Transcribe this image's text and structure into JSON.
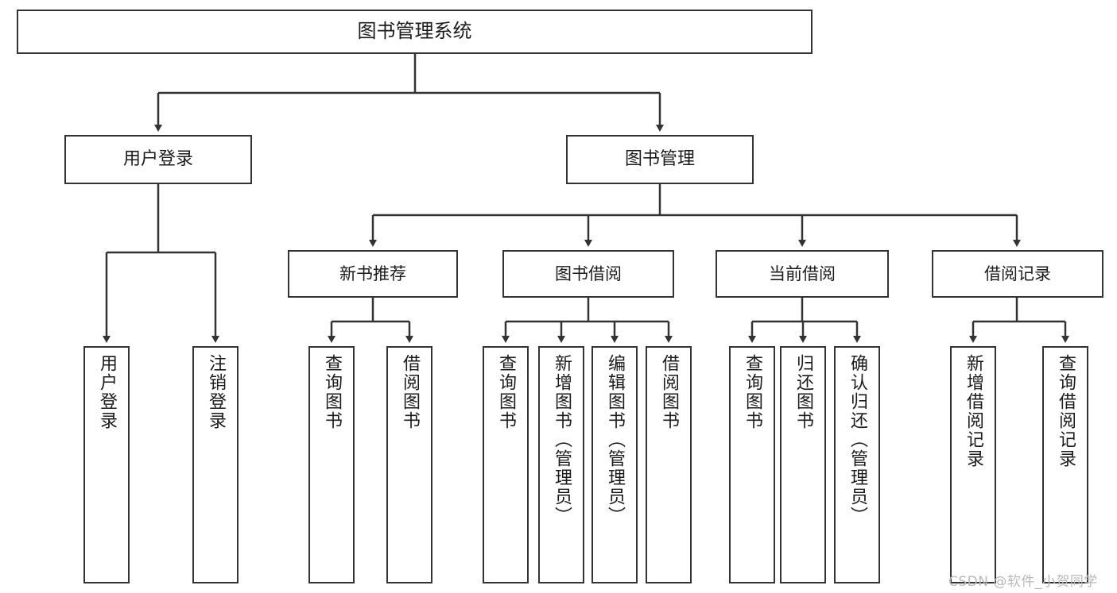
{
  "diagram": {
    "title": "图书管理系统",
    "type": "function-structure-tree",
    "root": {
      "label": "图书管理系统"
    },
    "level2": [
      {
        "label": "用户登录"
      },
      {
        "label": "图书管理"
      }
    ],
    "level3": [
      {
        "label": "新书推荐"
      },
      {
        "label": "图书借阅"
      },
      {
        "label": "当前借阅"
      },
      {
        "label": "借阅记录"
      }
    ],
    "leaves": {
      "user_login": [
        {
          "label": "用户登录"
        },
        {
          "label": "注销登录"
        }
      ],
      "new_book": [
        {
          "label": "查询图书"
        },
        {
          "label": "借阅图书"
        }
      ],
      "book_borrow": [
        {
          "label": "查询图书"
        },
        {
          "label": "新增图书（管理员）"
        },
        {
          "label": "编辑图书（管理员）"
        },
        {
          "label": "借阅图书"
        }
      ],
      "current_borrow": [
        {
          "label": "查询图书"
        },
        {
          "label": "归还图书"
        },
        {
          "label": "确认归还（管理员）"
        }
      ],
      "borrow_record": [
        {
          "label": "新增借阅记录"
        },
        {
          "label": "查询借阅记录"
        }
      ]
    }
  },
  "watermark": {
    "text": "CSDN @软件_小贺同学"
  },
  "colors": {
    "stroke": "#333333",
    "background": "#ffffff",
    "text": "#1b1b1b",
    "watermark": "#b9b9b9"
  }
}
